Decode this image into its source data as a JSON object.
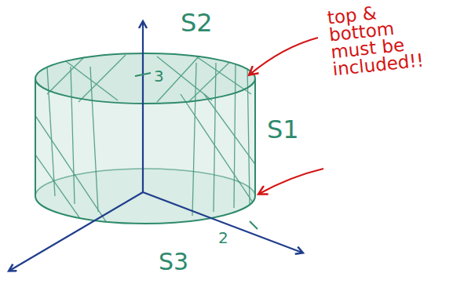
{
  "diagram": {
    "labels": [
      "S2",
      "S1",
      "S3",
      "3",
      "2",
      "top & bottom must be included!!"
    ]
  }
}
